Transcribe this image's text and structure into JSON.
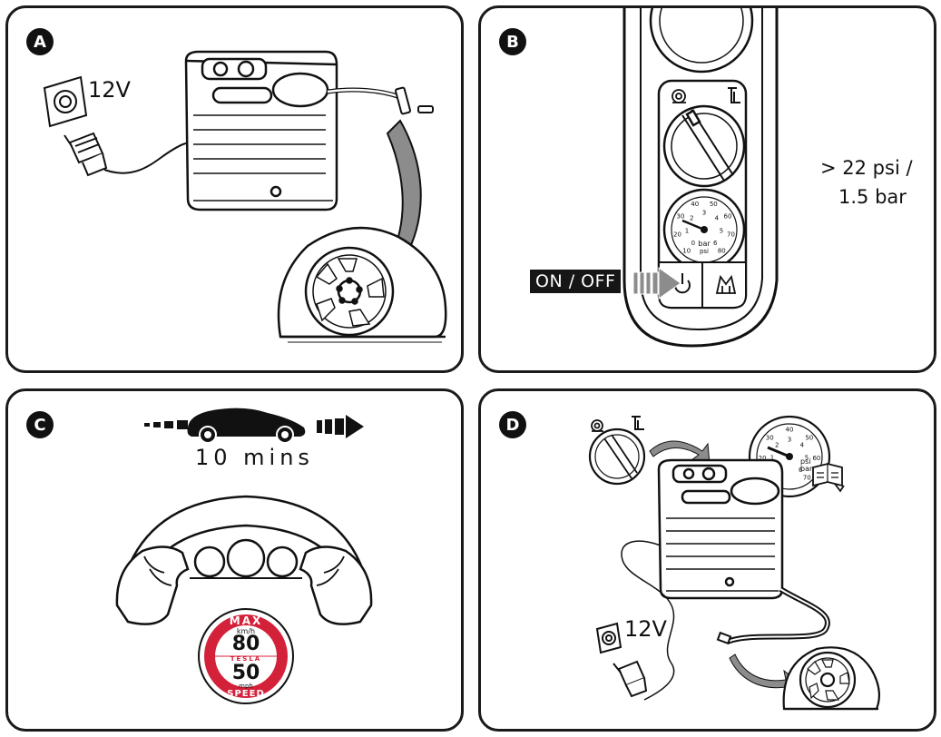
{
  "panels": {
    "a": {
      "badge": "A",
      "voltage": "12V"
    },
    "b": {
      "badge": "B",
      "pressure_line1": "> 22 psi /",
      "pressure_line2": "1.5 bar",
      "power_label": "ON / OFF",
      "gauge_unit_bar": "bar",
      "gauge_unit_psi": "psi",
      "gauge_bar_ticks": [
        "0",
        "1",
        "2",
        "3",
        "4",
        "5",
        "6"
      ],
      "gauge_psi_ticks": [
        "10",
        "20",
        "30",
        "40",
        "50",
        "60",
        "70",
        "80"
      ]
    },
    "c": {
      "badge": "C",
      "duration": "10 mins",
      "sign_top": "MAX",
      "sign_unit_top": "km/h",
      "sign_value_top": "80",
      "sign_brand": "TESLA",
      "sign_value_bottom": "50",
      "sign_unit_bottom": "mph",
      "sign_bottom": "SPEED"
    },
    "d": {
      "badge": "D",
      "voltage": "12V",
      "gauge_unit_psi": "psi",
      "gauge_unit_bar": "bar",
      "gauge_bar_ticks": [
        "0",
        "1",
        "2",
        "3",
        "4",
        "5",
        "6"
      ],
      "gauge_psi_ticks": [
        "10",
        "20",
        "30",
        "40",
        "50",
        "60",
        "70"
      ]
    }
  },
  "colors": {
    "ink": "#111111",
    "arrow_gray": "#8c8c8c",
    "sign_red": "#d4213a"
  }
}
